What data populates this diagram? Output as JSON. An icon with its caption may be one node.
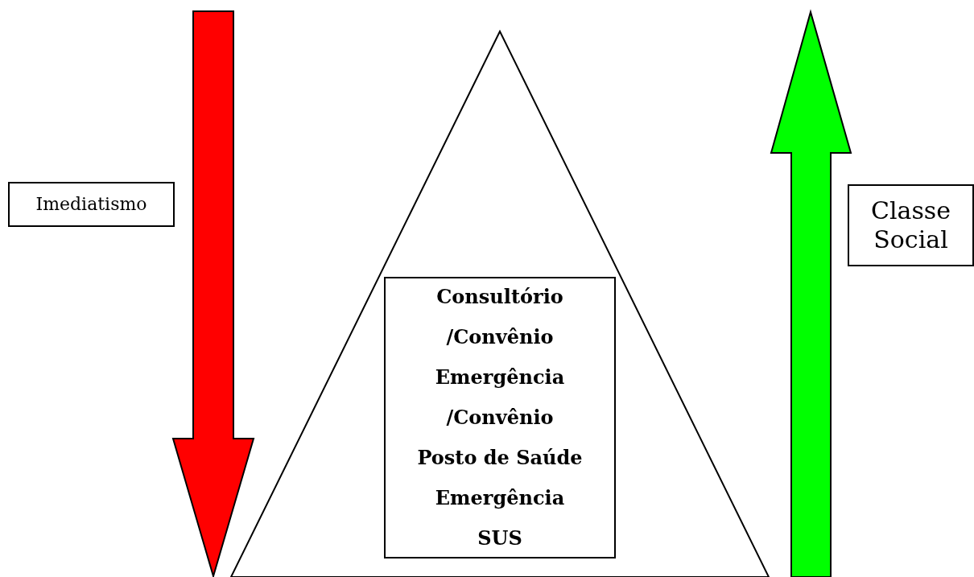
{
  "diagram": {
    "nodes": [
      {
        "text": [
          "Imediatismo"
        ]
      },
      {
        "text": [
          "Classe Social"
        ]
      },
      {
        "text": [],
        "shape": "triangle"
      },
      {
        "text": [
          "Consultório",
          "/Convênio",
          "Emergência",
          "/Convênio",
          "Posto de Saúde",
          "Emergência",
          "SUS"
        ],
        "in": 2
      }
    ]
  }
}
